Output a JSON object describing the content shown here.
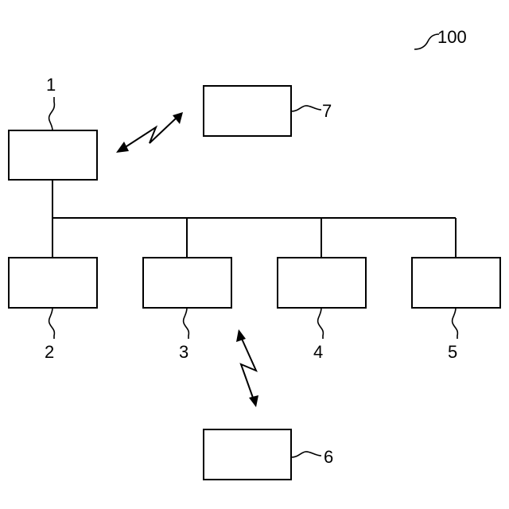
{
  "diagram": {
    "system_ref": "100",
    "node_labels": {
      "node_1": "1",
      "node_2": "2",
      "node_3": "3",
      "node_4": "4",
      "node_5": "5",
      "node_6": "6",
      "node_7": "7"
    }
  }
}
